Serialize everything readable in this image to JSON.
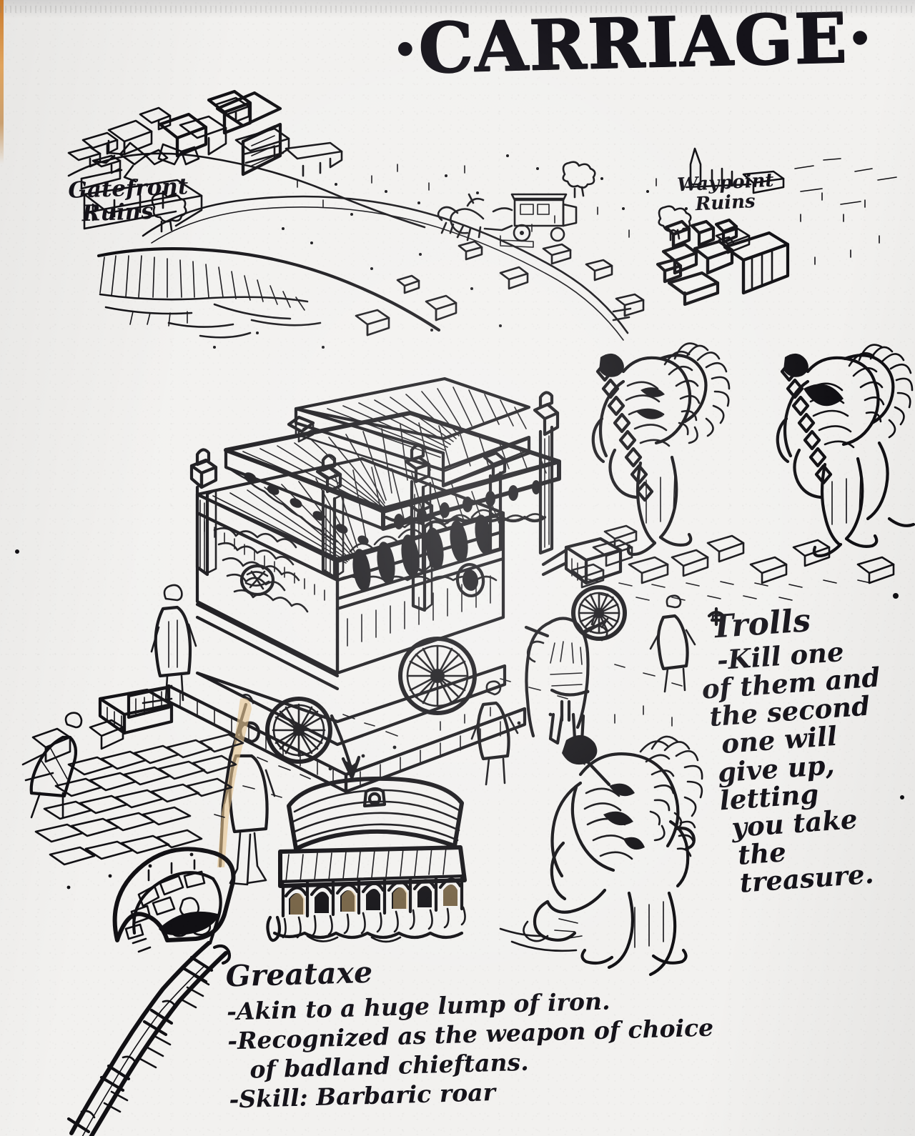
{
  "page": {
    "medium": "ink-pen sketchbook page",
    "paper_color": "#f2f1ef",
    "ink_color": "#111014",
    "accent_wash_color": "#e3c089"
  },
  "title": "·CARRIAGE·",
  "map": {
    "label_gatefront_line1": "Gatefront",
    "label_gatefront_line2": "Ruins",
    "label_waypoint_line1": "Waypoint",
    "label_waypoint_line2": "Ruins"
  },
  "trolls_note": {
    "heading": "Trolls",
    "lines": [
      "-Kill one",
      "of them and",
      "the second",
      "one will",
      "give up, letting",
      "you take",
      "the treasure."
    ]
  },
  "greataxe_note": {
    "heading": "Greataxe",
    "lines": [
      "-Akin to a huge lump of iron.",
      "-Recognized as the weapon of choice",
      "of badland chieftans.",
      "-Skill: Barbaric roar"
    ]
  },
  "figures": {
    "carriage": "ornate pagoda-roofed wagon",
    "trolls_pulling": "two chained trolls hauling the carriage",
    "troll_kneeling": "kneeling troll with club",
    "treasure_chest": "open treasure chest",
    "greataxe": "ornate crescent-bladed greataxe",
    "horse": "harnessed horse",
    "arrow": "arrow pointing to treasure chest"
  }
}
